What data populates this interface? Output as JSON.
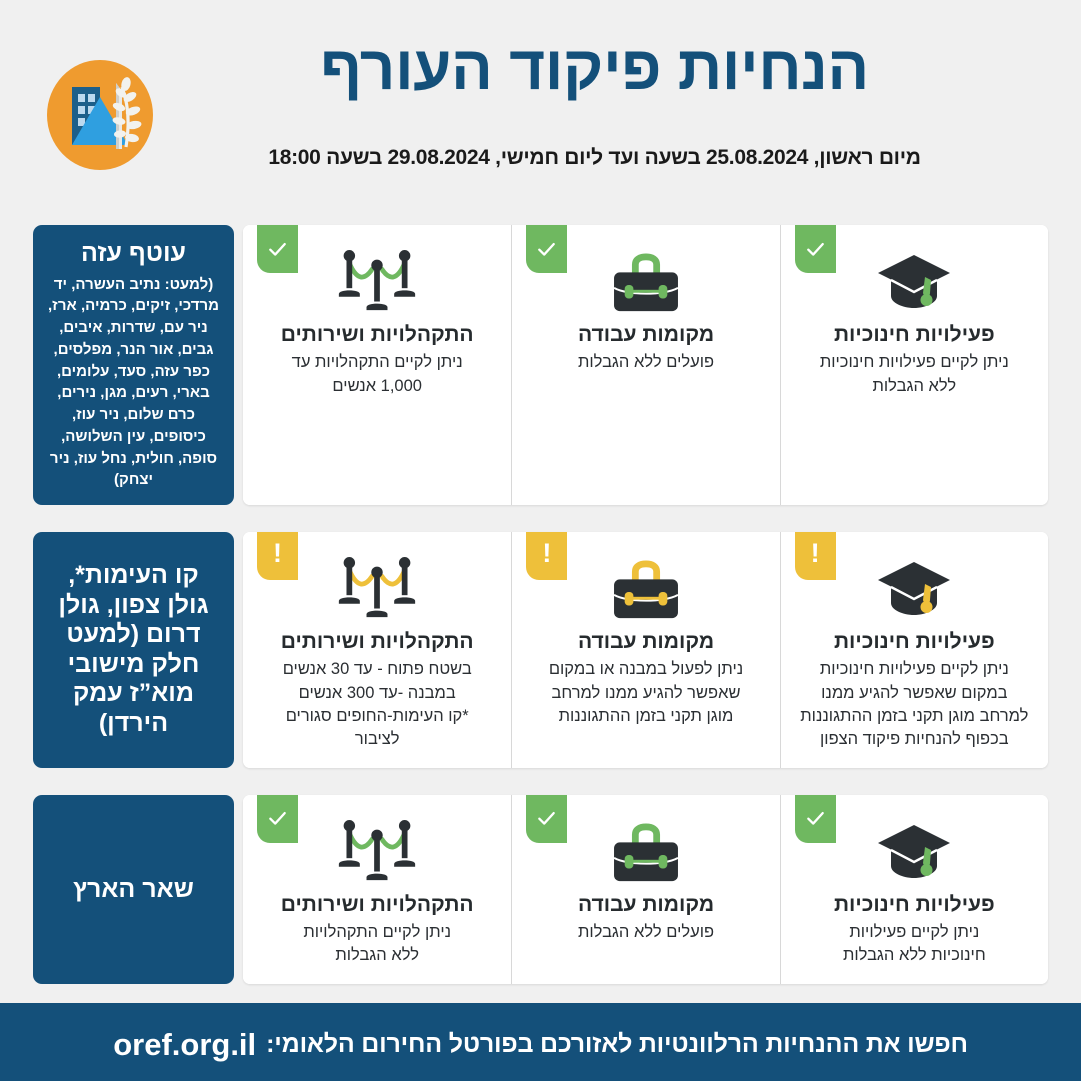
{
  "header": {
    "title": "הנחיות פיקוד העורף",
    "subtitle": "מיום ראשון, 25.08.2024 בשעה  ועד ליום חמישי, 29.08.2024 בשעה 18:00",
    "logo_icon": "home-front-command-logo-icon"
  },
  "colors": {
    "brand_blue": "#14507a",
    "ok_green": "#6fb860",
    "warn_yellow": "#eec03a",
    "page_background": "#f0f0f0",
    "card_background": "#ffffff",
    "icon_dark": "#2b3034",
    "logo_orange": "#ef9b2f"
  },
  "rows": [
    {
      "status": "ok",
      "region": {
        "title": "עוטף עזה",
        "sub": "(למעט: נתיב העשרה, יד מרדכי, זיקים, כרמיה, ארז, ניר עם, שדרות, איבים, גבים, אור הנר, מפלסים, כפר עזה, סעד, עלומים, בארי, רעים, מגן, נירים, כרם שלום, ניר עוז, כיסופים, עין השלושה, סופה, חולית, נחל עוז, ניר יצחק)"
      },
      "cards": [
        {
          "icon": "graduation-cap-icon",
          "title": "פעילויות חינוכיות",
          "desc": "ניתן לקיים פעילויות חינוכיות\nללא הגבלות",
          "badge": "check-icon"
        },
        {
          "icon": "briefcase-icon",
          "title": "מקומות עבודה",
          "desc": "פועלים ללא הגבלות",
          "badge": "check-icon"
        },
        {
          "icon": "crowd-barrier-icon",
          "title": "התקהלויות ושירותים",
          "desc": "ניתן לקיים התקהלויות עד\n1,000 אנשים",
          "badge": "check-icon"
        }
      ]
    },
    {
      "status": "warn",
      "region": {
        "title": "קו העימות*, גולן צפון, גולן דרום (למעט חלק מישובי מוא”ז עמק הירדן)",
        "sub": ""
      },
      "cards": [
        {
          "icon": "graduation-cap-icon",
          "title": "פעילויות חינוכיות",
          "desc": "ניתן לקיים פעילויות חינוכיות\nבמקום שאפשר להגיע ממנו\nלמרחב מוגן תקני בזמן ההתגוננות\nבכפוף להנחיות פיקוד הצפון",
          "badge": "exclamation-icon"
        },
        {
          "icon": "briefcase-icon",
          "title": "מקומות עבודה",
          "desc": "ניתן לפעול במבנה או במקום\nשאפשר להגיע ממנו למרחב\nמוגן תקני בזמן ההתגוננות",
          "badge": "exclamation-icon"
        },
        {
          "icon": "crowd-barrier-icon",
          "title": "התקהלויות ושירותים",
          "desc": "בשטח פתוח - עד 30 אנשים\nבמבנה -עד 300 אנשים\n*קו העימות-החופים סגורים\nלציבור",
          "badge": "exclamation-icon"
        }
      ]
    },
    {
      "status": "ok",
      "region": {
        "title": "שאר הארץ",
        "sub": ""
      },
      "cards": [
        {
          "icon": "graduation-cap-icon",
          "title": "פעילויות חינוכיות",
          "desc": "ניתן לקיים פעילויות\nחינוכיות ללא הגבלות",
          "badge": "check-icon"
        },
        {
          "icon": "briefcase-icon",
          "title": "מקומות עבודה",
          "desc": "פועלים ללא הגבלות",
          "badge": "check-icon"
        },
        {
          "icon": "crowd-barrier-icon",
          "title": "התקהלויות ושירותים",
          "desc": "ניתן לקיים התקהלויות\nללא הגבלות",
          "badge": "check-icon"
        }
      ]
    }
  ],
  "footer": {
    "text": "חפשו את ההנחיות הרלוונטיות לאזורכם בפורטל החירום הלאומי:",
    "url": "oref.org.il"
  }
}
